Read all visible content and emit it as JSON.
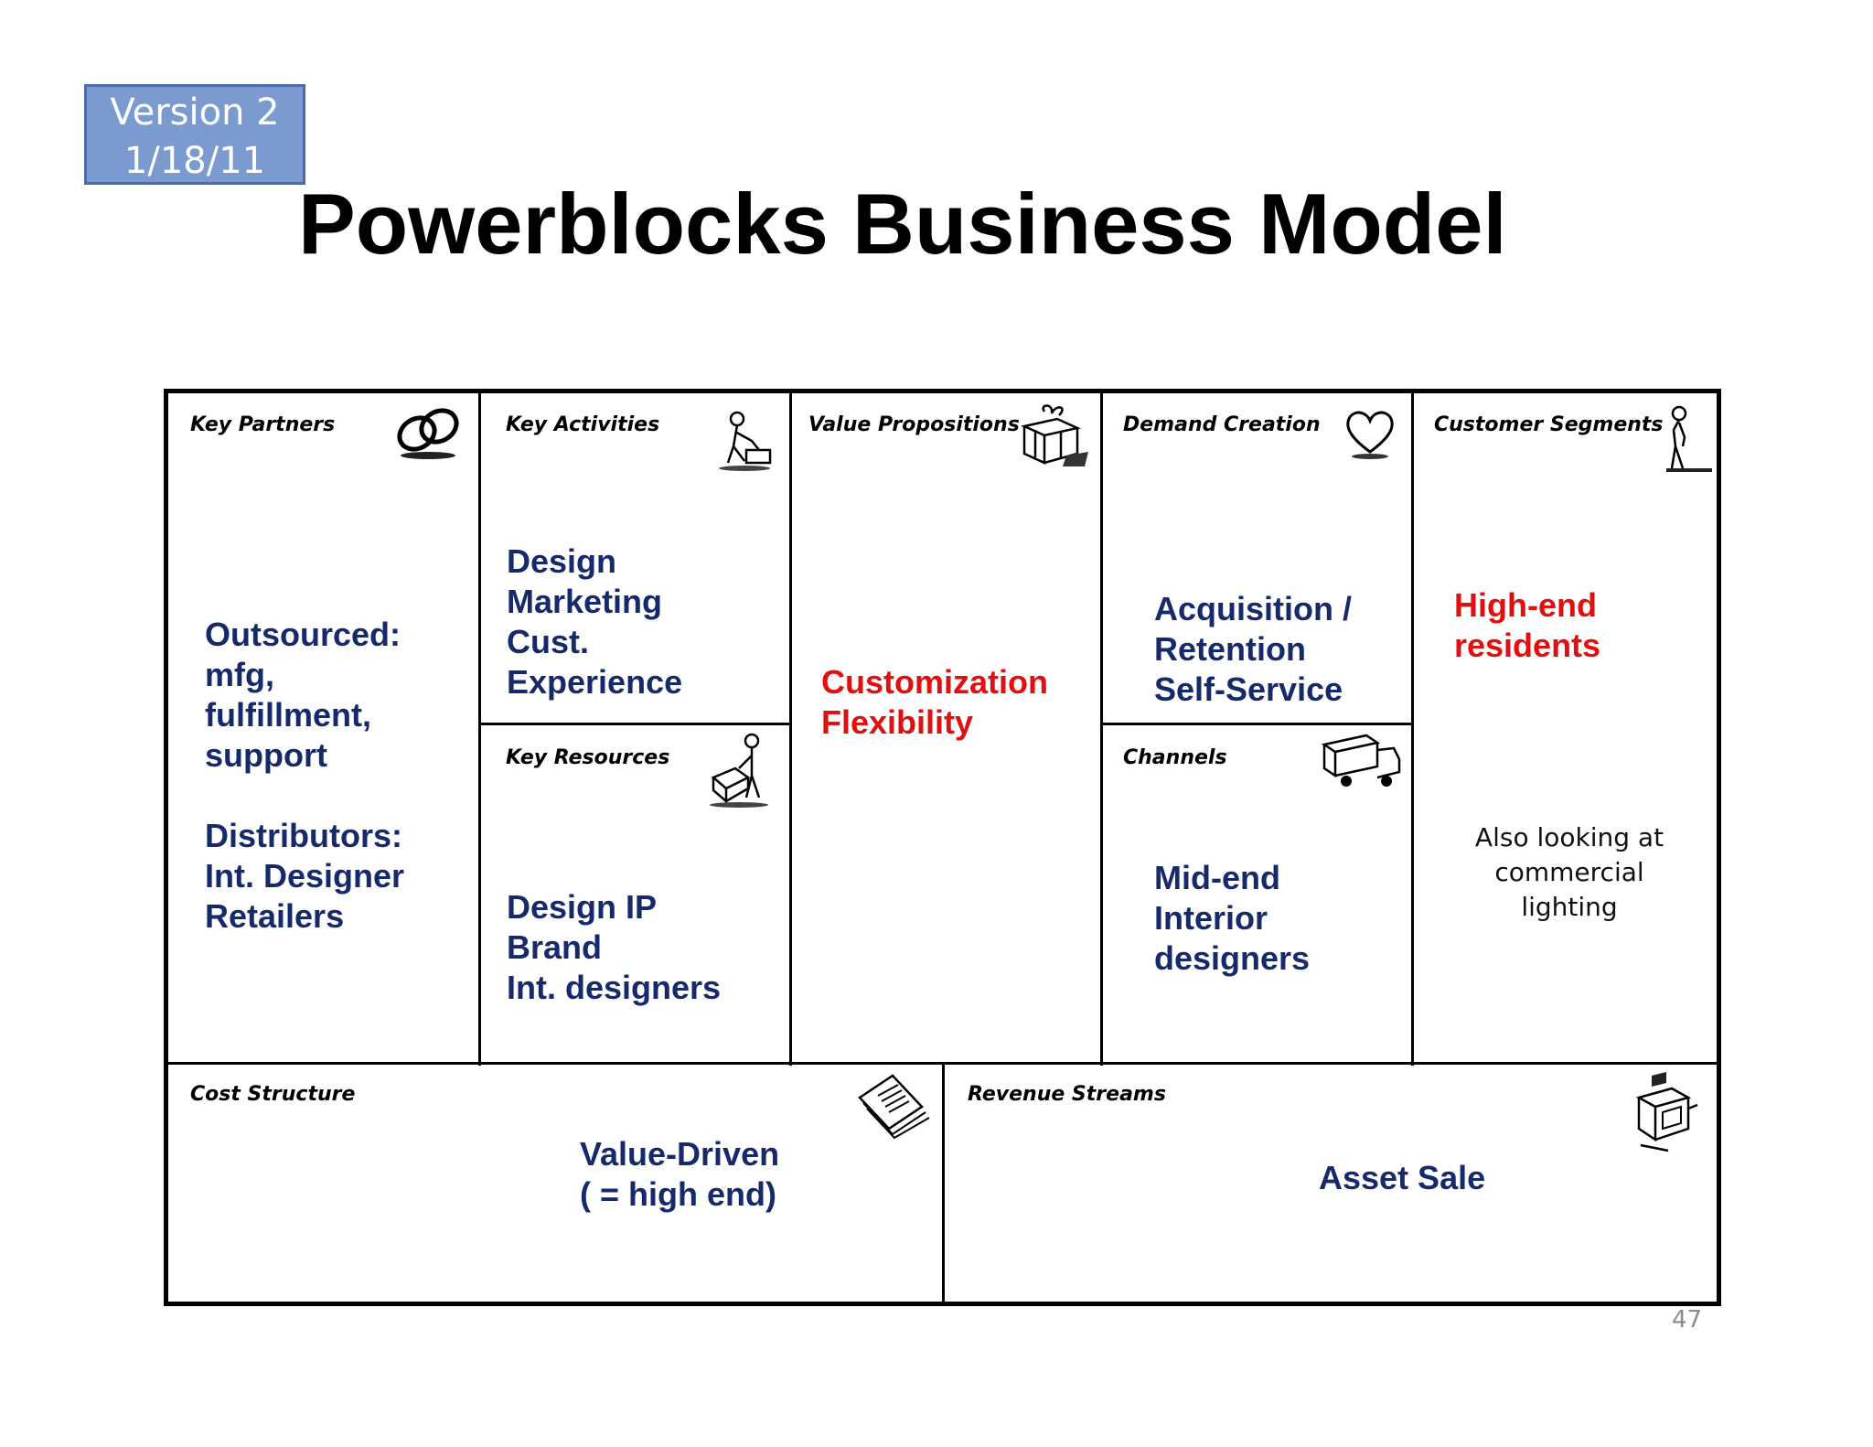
{
  "version_badge": {
    "line1": "Version 2",
    "line2": "1/18/11"
  },
  "title": "Powerblocks Business Model",
  "blocks": {
    "key_partners": {
      "label": "Key Partners",
      "icon": "chain-link-icon",
      "lines": [
        "Outsourced:",
        "mfg,",
        "fulfillment,",
        "support"
      ],
      "lines2": [
        "Distributors:",
        "Int. Designer",
        "Retailers"
      ]
    },
    "key_activities": {
      "label": "Key Activities",
      "icon": "worker-icon",
      "lines": [
        "Design",
        "Marketing",
        "Cust.",
        "Experience"
      ]
    },
    "key_resources": {
      "label": "Key Resources",
      "icon": "person-with-machine-icon",
      "lines": [
        "Design IP",
        "Brand",
        "Int. designers"
      ]
    },
    "value_propositions": {
      "label": "Value Propositions",
      "icon": "gift-box-icon",
      "lines": [
        "Customization",
        "Flexibility"
      ]
    },
    "demand_creation": {
      "label": "Demand Creation",
      "icon": "heart-icon",
      "lines": [
        "Acquisition /",
        "Retention",
        "Self-Service"
      ]
    },
    "channels": {
      "label": "Channels",
      "icon": "truck-icon",
      "lines": [
        "Mid-end",
        "Interior",
        "designers"
      ]
    },
    "customer_segments": {
      "label": "Customer Segments",
      "icon": "standing-person-icon",
      "lines": [
        "High-end",
        "residents"
      ],
      "note": [
        "Also looking at",
        "commercial",
        "lighting"
      ]
    },
    "cost_structure": {
      "label": "Cost Structure",
      "icon": "receipt-icon",
      "lines": [
        "Value-Driven",
        "( = high end)"
      ]
    },
    "revenue_streams": {
      "label": "Revenue Streams",
      "icon": "cash-register-icon",
      "lines": [
        "Asset Sale"
      ]
    }
  },
  "page_number": "47",
  "colors": {
    "blue_text": "#162a6b",
    "red_text": "#e01010",
    "badge": "#7b9ad0"
  }
}
